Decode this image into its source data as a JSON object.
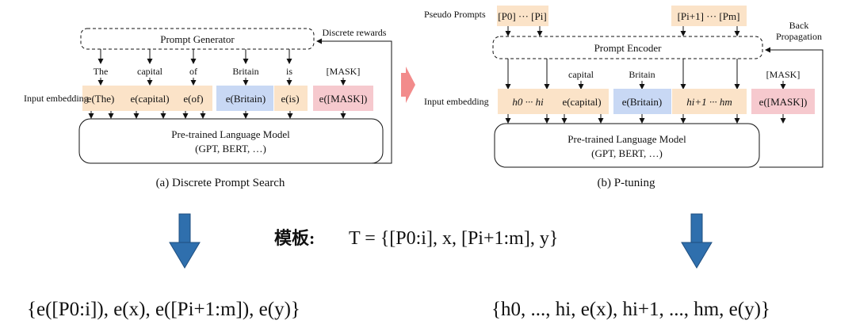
{
  "left": {
    "generator": "Prompt Generator",
    "feedback": "Discrete rewards",
    "tokens": [
      "The",
      "capital",
      "of",
      "Britain",
      "is",
      "[MASK]"
    ],
    "embeddings": [
      "e(The)",
      "e(capital)",
      "e(of)",
      "e(Britain)",
      "e(is)",
      "e([MASK])"
    ],
    "input_label": "Input embedding",
    "model_line1": "Pre-trained Language Model",
    "model_line2": "(GPT, BERT, …)",
    "caption": "(a) Discrete Prompt Search"
  },
  "right": {
    "pseudo_label": "Pseudo Prompts",
    "prompt_a": "[P0] ··· [Pi]",
    "prompt_b": "[Pi+1] ··· [Pm]",
    "encoder": "Prompt Encoder",
    "feedback_line1": "Back",
    "feedback_line2": "Propagation",
    "tokens": [
      "capital",
      "Britain",
      "[MASK]"
    ],
    "embeddings": [
      "h0 ··· hi",
      "e(capital)",
      "e(Britain)",
      "hi+1 ··· hm",
      "e([MASK])"
    ],
    "input_label": "Input embedding",
    "model_line1": "Pre-trained Language Model",
    "model_line2": "(GPT, BERT, …)",
    "caption": "(b) P-tuning"
  },
  "template": {
    "label": "模板:",
    "formula": "T = {[P0:i], x, [Pi+1:m], y}"
  },
  "results": {
    "left": "{e([P0:i]), e(x), e([Pi+1:m]), e(y)}",
    "right": "{h0, ..., hi, e(x), hi+1, ..., hm, e(y)}"
  },
  "colors": {
    "orange": "#fbe3c8",
    "blue": "#c8d8f4",
    "pink": "#f6c9ce",
    "transition_arrow": "#f28b8b",
    "down_arrow": "#2f6fad"
  }
}
